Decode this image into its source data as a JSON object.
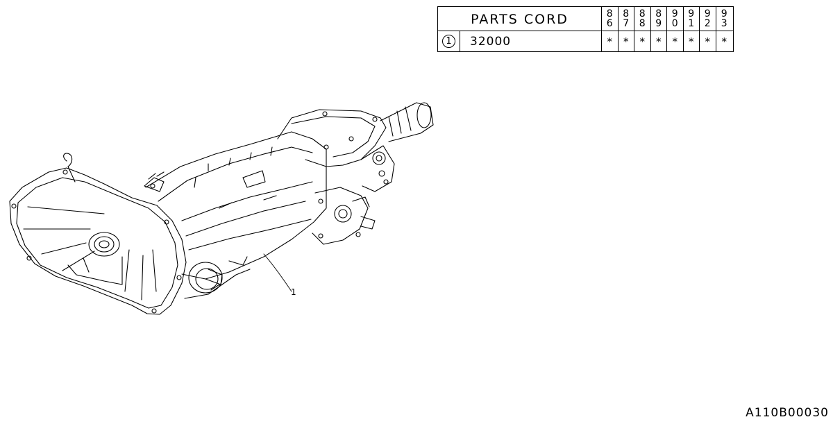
{
  "parts_table": {
    "title": "PARTS CORD",
    "years": [
      {
        "top": "8",
        "bottom": "6"
      },
      {
        "top": "8",
        "bottom": "7"
      },
      {
        "top": "8",
        "bottom": "8"
      },
      {
        "top": "8",
        "bottom": "9"
      },
      {
        "top": "9",
        "bottom": "0"
      },
      {
        "top": "9",
        "bottom": "1"
      },
      {
        "top": "9",
        "bottom": "2"
      },
      {
        "top": "9",
        "bottom": "3"
      }
    ],
    "rows": [
      {
        "index": "1",
        "code": "32000",
        "marks": [
          "*",
          "*",
          "*",
          "*",
          "*",
          "*",
          "*",
          "*"
        ]
      }
    ]
  },
  "diagram": {
    "subject": "transmission-assembly",
    "callout_label": "1"
  },
  "diagram_code": "A110B00030"
}
